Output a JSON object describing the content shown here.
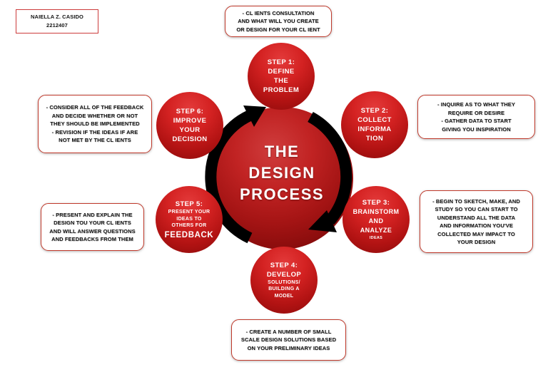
{
  "name_card": {
    "text": "NAIELLA Z. CASIDO\n2212407"
  },
  "center": {
    "text": "THE\nDESIGN\nPROCESS"
  },
  "steps": [
    {
      "title": "STEP 1:",
      "main": "DEFINE\nTHE\nPROBLEM"
    },
    {
      "title": "STEP 2:",
      "main": "COLLECT\nINFORMA\nTION"
    },
    {
      "title": "STEP 3:",
      "main": "BRAINSTORM\nAND\nANALYZE",
      "tiny": "IDEAS"
    },
    {
      "title": "STEP 4:",
      "main": "DEVELOP",
      "small": "SOLUTIONS/\nBUILDING A\nMODEL"
    },
    {
      "title": "STEP 5:",
      "small": "PRESENT YOUR\nIDEAS TO\nOTHERS FOR",
      "big": "FEEDBACK"
    },
    {
      "title": "STEP 6:",
      "main": "IMPROVE\nYOUR\nDECISION"
    }
  ],
  "callouts": [
    {
      "position": "top",
      "text": "- CL IENTS CONSULTATION\nAND WHAT WILL YOU CREATE\nOR DESIGN FOR YOUR CL IENT"
    },
    {
      "position": "right-upper",
      "text": "- INQUIRE AS TO WHAT THEY\nREQUIRE OR DESIRE\n- GATHER DATA TO START\nGIVING YOU INSPIRATION"
    },
    {
      "position": "right-lower",
      "text": "- BEGIN TO SKETCH, MAKE, AND\nSTUDY SO YOU CAN START TO\nUNDERSTAND ALL THE DATA\nAND INFORMATION YOU'VE\nCOLLECTED MAY IMPACT TO\nYOUR DESIGN"
    },
    {
      "position": "bottom",
      "text": "- CREATE A NUMBER OF SMALL\nSCALE DESIGN SOLUTIONS BASED\nON YOUR PRELIMINARY IDEAS"
    },
    {
      "position": "left-lower",
      "text": "- PRESENT AND EXPLAIN THE\nDESIGN TOU YOUR CL IENTS\nAND WILL ANSWER QUESTIONS\nAND FEEDBACKS FROM THEM"
    },
    {
      "position": "left-upper",
      "text": "- CONSIDER ALL OF THE FEEDBACK\nAND DECIDE WHETHER OR NOT\nTHEY SHOULD BE IMPLEMENTED\n- REVISION IF THE IDEAS IF ARE\nNOT MET BY THE CL IENTS"
    }
  ],
  "colors": {
    "circle_red_light": "#d42222",
    "circle_red_dark": "#8a0c0c",
    "center_red_dark": "#6f0707",
    "callout_border": "#c0392b",
    "arrow_black": "#000000",
    "text_white": "#ffffff",
    "text_black": "#141414"
  }
}
